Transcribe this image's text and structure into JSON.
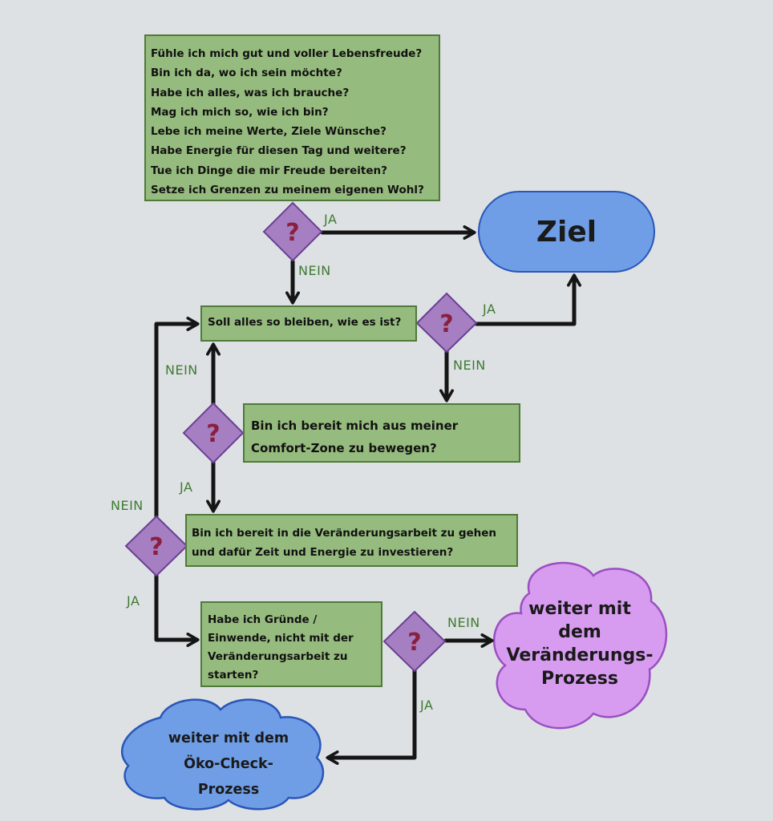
{
  "box1": {
    "lines": [
      "Fühle ich mich gut und voller Lebensfreude?",
      "Bin ich da, wo ich sein möchte?",
      "Habe ich alles, was ich brauche?",
      "Mag ich mich so, wie ich bin?",
      "Lebe ich meine Werte, Ziele Wünsche?",
      "Habe Energie für diesen Tag und weitere?",
      "Tue ich Dinge die mir Freude bereiten?",
      "Setze ich Grenzen zu meinem eigenen Wohl?"
    ]
  },
  "goal": {
    "label": "Ziel"
  },
  "box2": {
    "text": "Soll alles so bleiben, wie es ist?"
  },
  "box3": {
    "lines": [
      "Bin ich bereit mich aus meiner",
      "Comfort-Zone zu bewegen?"
    ]
  },
  "box4": {
    "lines": [
      "Bin ich bereit in die Veränderungsarbeit zu gehen",
      "und dafür Zeit und Energie zu investieren?"
    ]
  },
  "box5": {
    "lines": [
      "Habe ich Gründe /",
      "Einwende, nicht mit der",
      "Veränderungsarbeit zu",
      "starten?"
    ]
  },
  "cloud_purple": {
    "lines": [
      "weiter mit",
      "dem",
      "Veränderungs-",
      "Prozess"
    ]
  },
  "cloud_blue": {
    "lines": [
      "weiter mit dem",
      "Öko-Check-",
      "Prozess"
    ]
  },
  "decision_symbol": "?",
  "labels": {
    "ja": "JA",
    "nein": "NEIN"
  },
  "colors": {
    "box_fill": "#96bb7e",
    "box_border": "#4f7a3a",
    "diamond_fill": "#a57fc1",
    "question_mark": "#8a1f3f",
    "goal_fill": "#6f9ee6",
    "cloud_purple_fill": "#d79cf0",
    "cloud_blue_fill": "#6f9ee6",
    "label_green": "#3f7a31",
    "background": "#dde1e4"
  }
}
